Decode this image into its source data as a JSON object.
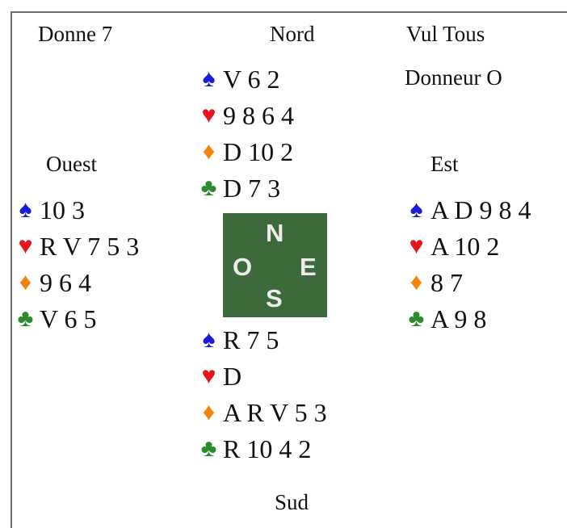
{
  "header": {
    "deal": "Donne 7",
    "vulnerability": "Vul Tous",
    "dealer": "Donneur O"
  },
  "colors": {
    "spade": "#1a1adb",
    "heart": "#e8141e",
    "diamond": "#f5820d",
    "club": "#2e8a2e",
    "compass_bg": "#3d6a3a"
  },
  "suit_symbols": {
    "spade": "♠",
    "heart": "♥",
    "diamond": "♦",
    "club": "♣"
  },
  "hands": {
    "north": {
      "label": "Nord",
      "spades": "V 6 2",
      "hearts": "9 8 6 4",
      "diamonds": "D 10 2",
      "clubs": "D 7 3"
    },
    "west": {
      "label": "Ouest",
      "spades": "10 3",
      "hearts": "R V 7 5 3",
      "diamonds": "9 6 4",
      "clubs": "V 6 5"
    },
    "east": {
      "label": "Est",
      "spades": "A D 9 8 4",
      "hearts": "A 10 2",
      "diamonds": "8 7",
      "clubs": "A 9 8"
    },
    "south": {
      "label": "Sud",
      "spades": "R 7 5",
      "hearts": "D",
      "diamonds": "A R V 5 3",
      "clubs": "R 10 4 2"
    }
  },
  "compass": {
    "n": "N",
    "o": "O",
    "e": "E",
    "s": "S"
  }
}
